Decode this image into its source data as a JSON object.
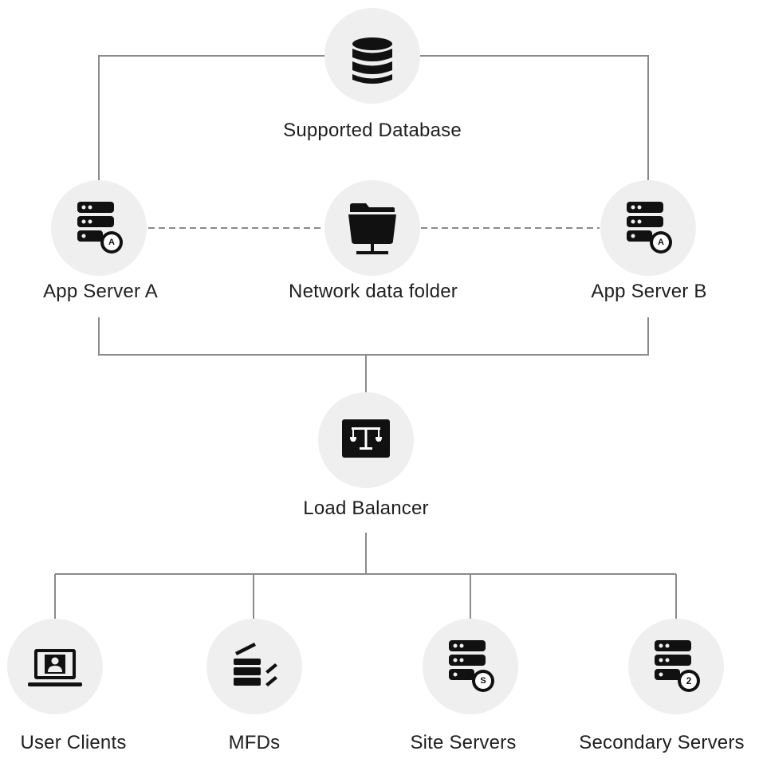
{
  "nodes": {
    "database": {
      "label": "Supported Database",
      "icon": "database-icon"
    },
    "app_server_a": {
      "label": "App Server A",
      "icon": "app-server-icon",
      "badge": "A"
    },
    "network_folder": {
      "label": "Network data folder",
      "icon": "network-folder-icon"
    },
    "app_server_b": {
      "label": "App Server B",
      "icon": "app-server-icon",
      "badge": "A"
    },
    "load_balancer": {
      "label": "Load Balancer",
      "icon": "load-balancer-icon"
    },
    "user_clients": {
      "label": "User Clients",
      "icon": "laptop-user-icon"
    },
    "mfds": {
      "label": "MFDs",
      "icon": "printer-icon"
    },
    "site_servers": {
      "label": "Site Servers",
      "icon": "site-server-icon",
      "badge": "S"
    },
    "secondary_servers": {
      "label": "Secondary Servers",
      "icon": "secondary-server-icon",
      "badge": "2"
    }
  },
  "colors": {
    "line": "#8a8a8a",
    "node_bg": "#efefef",
    "icon": "#111111"
  }
}
